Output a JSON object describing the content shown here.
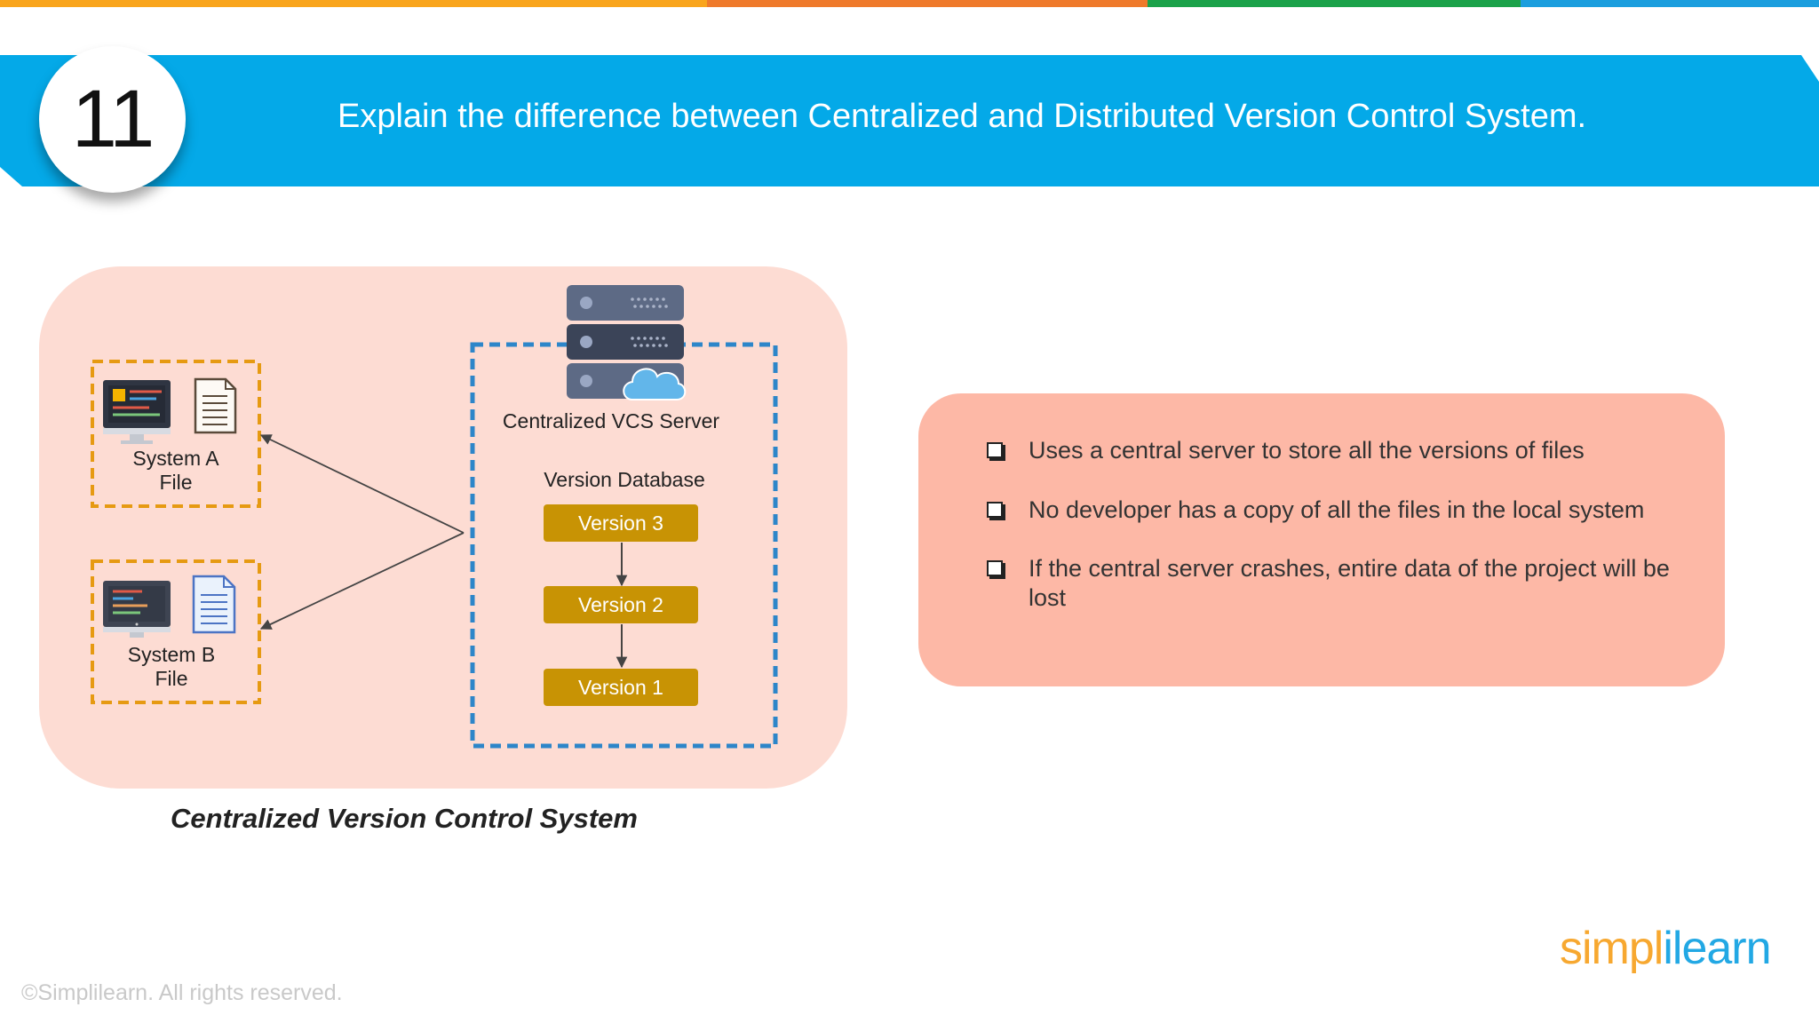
{
  "slide": {
    "number": "11",
    "title": "Explain the difference between Centralized and Distributed Version Control System."
  },
  "diagram": {
    "server_label": "Centralized VCS Server",
    "database_label": "Version Database",
    "versions": [
      "Version 3",
      "Version 2",
      "Version 1"
    ],
    "system_a": {
      "line1": "System A",
      "line2": "File"
    },
    "system_b": {
      "line1": "System B",
      "line2": "File"
    },
    "caption": "Centralized Version Control System"
  },
  "points": [
    "Uses a central server to store all the versions of files",
    "No developer has a copy of all the files in the local system",
    "If the central server crashes, entire data of the project will be lost"
  ],
  "brand": {
    "logo_part1": "simpl",
    "logo_part2": "ilearn",
    "copyright": "©Simplilearn. All rights reserved."
  },
  "colors": {
    "top_bar": [
      "#f9a51c",
      "#ef7a2b",
      "#1ba24a",
      "#1b9ede"
    ],
    "banner": "#04a9e8",
    "panel": "#fddcd3",
    "card": "#fdb8a6",
    "version_box": "#c89304",
    "system_border": "#e69a12",
    "server_border": "#2d86c9"
  },
  "icons": [
    "server-rack-icon",
    "cloud-icon",
    "monitor-icon",
    "document-icon",
    "checkbox-bullet-icon"
  ]
}
